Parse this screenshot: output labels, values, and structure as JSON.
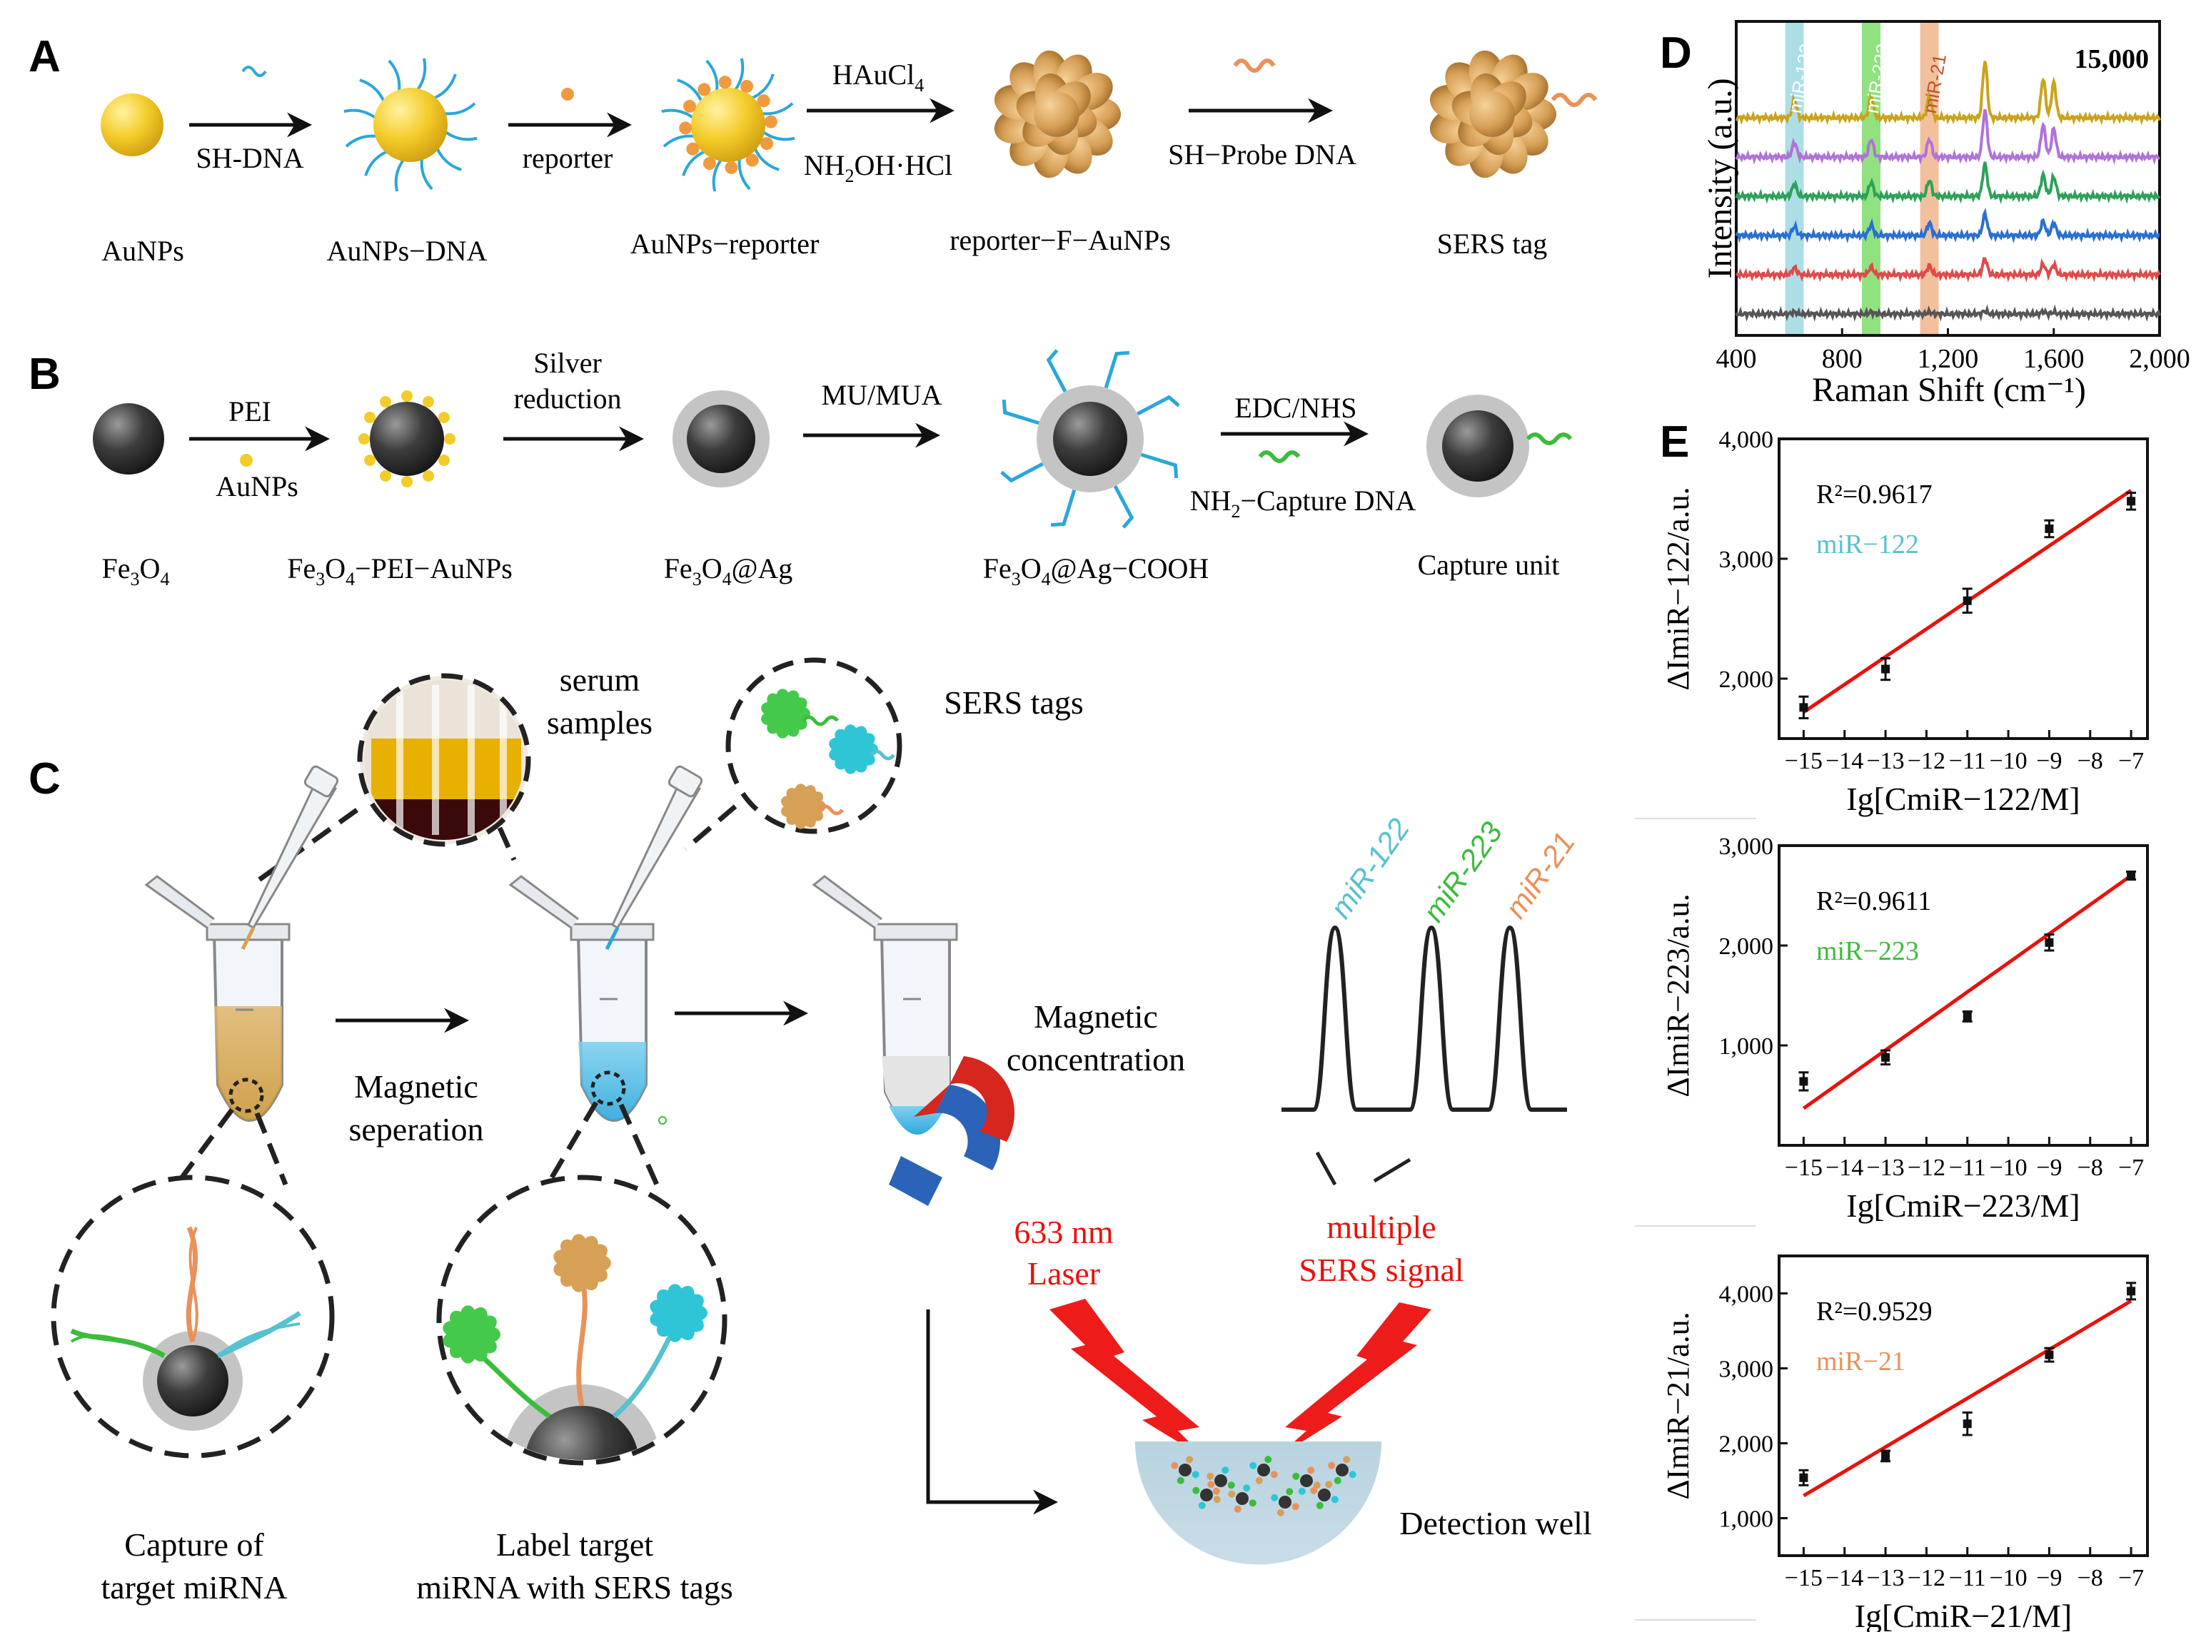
{
  "colors": {
    "gold": "#e9b92b",
    "blue": "#2aa7d8",
    "orange": "#e8925a",
    "green": "#3cbc3c",
    "red": "#e8120c",
    "grey": "#bdbdbd",
    "dark": "#3a3a3a",
    "teal": "#57c1cf"
  },
  "panelA": {
    "label": "A",
    "arrows": {
      "a1": "SH-DNA",
      "a2": "reporter",
      "a3_top": "HAuCl",
      "a3_top_sub": "4",
      "a3_bot_pre": "NH",
      "a3_bot_sub": "2",
      "a3_bot_post": "OH·HCl",
      "a4": "SH−Probe DNA"
    },
    "items": [
      "AuNPs",
      "AuNPs−DNA",
      "AuNPs−reporter",
      "reporter−F−AuNPs",
      "SERS tag"
    ]
  },
  "panelB": {
    "label": "B",
    "arrows": {
      "a1_top": "PEI",
      "a1_bot": "AuNPs",
      "a2_top1": "Silver",
      "a2_top2": "reduction",
      "a3": "MU/MUA",
      "a4_top": "EDC/NHS",
      "a4_bot_pre": "NH",
      "a4_bot_sub": "2",
      "a4_bot_post": "−Capture DNA"
    },
    "items": [
      {
        "pre": "Fe",
        "s1": "3",
        "mid": "O",
        "s2": "4",
        "post": ""
      },
      {
        "pre": "Fe",
        "s1": "3",
        "mid": "O",
        "s2": "4",
        "post": "−PEI−AuNPs"
      },
      {
        "pre": "Fe",
        "s1": "3",
        "mid": "O",
        "s2": "4",
        "post": "@Ag"
      },
      {
        "pre": "Fe",
        "s1": "3",
        "mid": "O",
        "s2": "4",
        "post": "@Ag−COOH"
      },
      {
        "pre": "Capture unit",
        "s1": "",
        "mid": "",
        "s2": "",
        "post": ""
      }
    ]
  },
  "panelC": {
    "label": "C",
    "serum": [
      "serum",
      "samples"
    ],
    "sers_tags": "SERS tags",
    "mag_sep": [
      "Magnetic",
      "seperation"
    ],
    "mag_conc": [
      "Magnetic",
      "concentration"
    ],
    "capture": [
      "Capture of",
      "target miRNA"
    ],
    "label_target": [
      "Label target",
      "miRNA with SERS tags"
    ],
    "laser": [
      "633 nm",
      "Laser"
    ],
    "signal": [
      "multiple",
      "SERS signal"
    ],
    "well": "Detection well",
    "peaks": [
      "miR-122",
      "miR-223",
      "miR-21"
    ]
  },
  "panelD": {
    "label": "D",
    "ylabel": "Intensity (a.u.)",
    "xlabel": "Raman Shift (cm⁻¹)",
    "corner": "15,000",
    "bands": [
      "miR-122",
      "miR-223",
      "miR-21"
    ]
  },
  "panelE": {
    "label": "E"
  },
  "chart_data": [
    {
      "type": "line",
      "title": "",
      "xlabel": "Raman Shift (cm⁻¹)",
      "ylabel": "Intensity (a.u.)",
      "xlim": [
        400,
        2000
      ],
      "xticks": [
        "400",
        "800",
        "1,200",
        "1,600",
        "2,000"
      ],
      "annotation": "15,000",
      "band_labels": [
        "miR-122",
        "miR-223",
        "miR-21"
      ],
      "band_positions": [
        620,
        910,
        1130
      ],
      "series": [
        {
          "color": "#c9a31b",
          "peaks": [
            [
              620,
              0.5
            ],
            [
              910,
              0.6
            ],
            [
              1130,
              0.6
            ],
            [
              1340,
              1.6
            ],
            [
              1560,
              1.1
            ],
            [
              1600,
              1.0
            ]
          ]
        },
        {
          "color": "#b172d8",
          "peaks": [
            [
              620,
              0.4
            ],
            [
              910,
              0.5
            ],
            [
              1130,
              0.5
            ],
            [
              1340,
              1.3
            ],
            [
              1560,
              0.9
            ],
            [
              1600,
              0.8
            ]
          ]
        },
        {
          "color": "#2ea05a",
          "peaks": [
            [
              620,
              0.35
            ],
            [
              910,
              0.4
            ],
            [
              1130,
              0.45
            ],
            [
              1340,
              0.9
            ],
            [
              1560,
              0.6
            ],
            [
              1600,
              0.55
            ]
          ]
        },
        {
          "color": "#2a6fd1",
          "peaks": [
            [
              620,
              0.25
            ],
            [
              910,
              0.3
            ],
            [
              1130,
              0.35
            ],
            [
              1340,
              0.6
            ],
            [
              1560,
              0.4
            ],
            [
              1600,
              0.35
            ]
          ]
        },
        {
          "color": "#e04a4a",
          "peaks": [
            [
              620,
              0.2
            ],
            [
              910,
              0.22
            ],
            [
              1130,
              0.25
            ],
            [
              1340,
              0.45
            ],
            [
              1560,
              0.3
            ],
            [
              1600,
              0.28
            ]
          ]
        },
        {
          "color": "#555555",
          "peaks": [
            [
              620,
              0.05
            ],
            [
              910,
              0.05
            ],
            [
              1130,
              0.05
            ],
            [
              1340,
              0.08
            ],
            [
              1560,
              0.06
            ],
            [
              1600,
              0.05
            ]
          ]
        }
      ]
    },
    {
      "type": "scatter",
      "xlabel": "Ig[CmiR−122/M]",
      "ylabel": "ΔImiR−122/a.u.",
      "xlim": [
        -15.6,
        -6.6
      ],
      "ylim": [
        1500,
        4000
      ],
      "yticks": [
        "2,000",
        "3,000",
        "4,000"
      ],
      "xticks": [
        "−15",
        "−14",
        "−13",
        "−12",
        "−11",
        "−10",
        "−9",
        "−8",
        "−7"
      ],
      "r2": "R²=0.9617",
      "legend": "miR−122",
      "legend_color": "#57c1cf",
      "x": [
        -15,
        -13,
        -11,
        -9,
        -7
      ],
      "y": [
        1760,
        2080,
        2650,
        3250,
        3480
      ],
      "err": [
        90,
        90,
        100,
        70,
        70
      ],
      "fit": [
        [
          -15,
          1720
        ],
        [
          -7,
          3570
        ]
      ]
    },
    {
      "type": "scatter",
      "xlabel": "Ig[CmiR−223/M]",
      "ylabel": "ΔImiR−223/a.u.",
      "xlim": [
        -15.6,
        -6.6
      ],
      "ylim": [
        0,
        3000
      ],
      "yticks": [
        "1,000",
        "2,000",
        "3,000"
      ],
      "xticks": [
        "−15",
        "−14",
        "−13",
        "−12",
        "−11",
        "−10",
        "−9",
        "−8",
        "−7"
      ],
      "r2": "R²=0.9611",
      "legend": "miR−223",
      "legend_color": "#3cbc3c",
      "x": [
        -15,
        -13,
        -11,
        -9,
        -7
      ],
      "y": [
        640,
        880,
        1290,
        2030,
        2700
      ],
      "err": [
        90,
        70,
        50,
        80,
        40
      ],
      "fit": [
        [
          -15,
          370
        ],
        [
          -7,
          2700
        ]
      ]
    },
    {
      "type": "scatter",
      "xlabel": "Ig[CmiR−21/M]",
      "ylabel": "ΔImiR−21/a.u.",
      "xlim": [
        -15.6,
        -6.6
      ],
      "ylim": [
        500,
        4500
      ],
      "yticks": [
        "1,000",
        "2,000",
        "3,000",
        "4,000"
      ],
      "xticks": [
        "−15",
        "−14",
        "−13",
        "−12",
        "−11",
        "−10",
        "−9",
        "−8",
        "−7"
      ],
      "r2": "R²=0.9529",
      "legend": "miR−21",
      "legend_color": "#e8925a",
      "x": [
        -15,
        -13,
        -11,
        -9,
        -7
      ],
      "y": [
        1540,
        1830,
        2260,
        3180,
        4030
      ],
      "err": [
        100,
        70,
        150,
        90,
        110
      ],
      "fit": [
        [
          -15,
          1300
        ],
        [
          -7,
          3900
        ]
      ]
    }
  ]
}
